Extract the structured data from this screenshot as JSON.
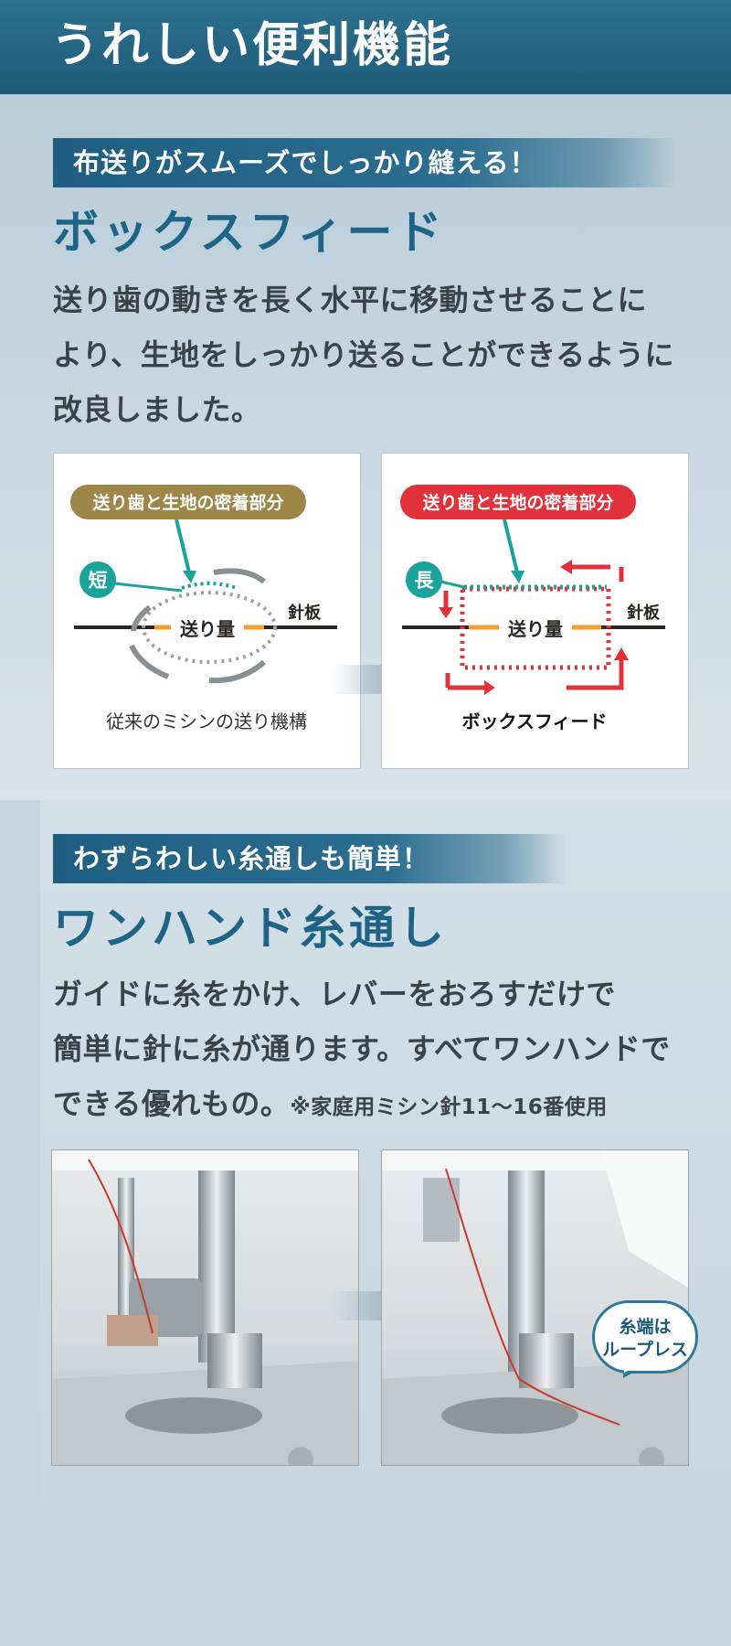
{
  "header": {
    "title": "うれしい便利機能"
  },
  "feature1": {
    "banner": "布送りがスムーズでしっかり縫える！",
    "title": "ボックスフィード",
    "body_lines": [
      "送り歯の動きを長く水平に移動させることに",
      "より、生地をしっかり送ることができるように",
      "改良しました。"
    ],
    "diagram_left": {
      "tag": "送り歯と生地の密着部分",
      "short_label": "短",
      "feed_label": "送り量",
      "plate_label": "針板",
      "caption": "従来のミシンの送り機構",
      "tag_color": "#9d8647"
    },
    "diagram_right": {
      "tag": "送り歯と生地の密着部分",
      "long_label": "長",
      "feed_label": "送り量",
      "plate_label": "針板",
      "caption": "ボックスフィード",
      "tag_color": "#e1313b"
    },
    "colors": {
      "teal": "#1aa39a",
      "orange": "#f0a032",
      "red": "#e1313b",
      "gray": "#8a8f94"
    }
  },
  "feature2": {
    "banner": "わずらわしい糸通しも簡単！",
    "title": "ワンハンド糸通し",
    "body_lines": [
      "ガイドに糸をかけ、レバーをおろすだけで",
      "簡単に針に糸が通ります。すべてワンハンドで"
    ],
    "body_last": "できる優れもの。",
    "note": "※家庭用ミシン針11〜16番使用",
    "bubble_lines": [
      "糸端は",
      "ループレス"
    ]
  }
}
